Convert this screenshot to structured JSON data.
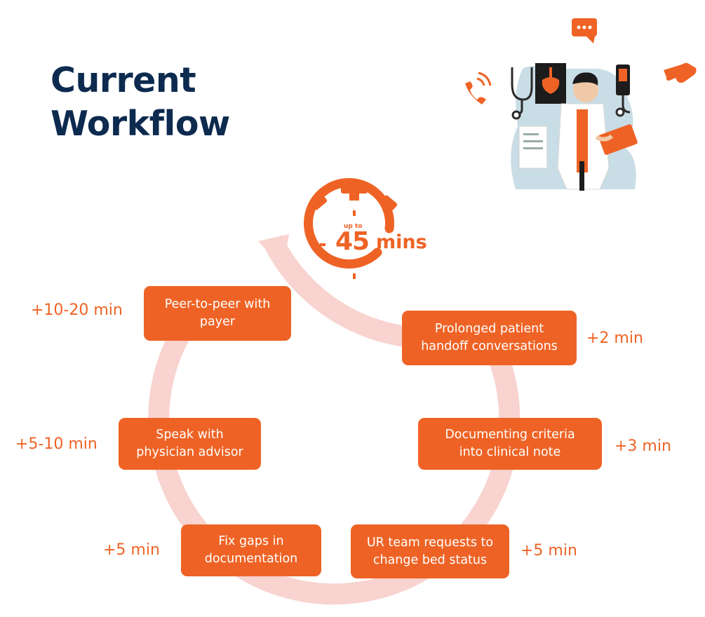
{
  "title": {
    "line1": "Current",
    "line2": "Workflow"
  },
  "timer": {
    "prefix": "up to",
    "value": "45",
    "unit": "mins"
  },
  "steps": [
    {
      "id": "peer",
      "line1": "Peer-to-peer with",
      "line2": "payer",
      "duration": "+10-20 min"
    },
    {
      "id": "handoff",
      "line1": "Prolonged patient",
      "line2": "handoff conversations",
      "duration": "+2 min"
    },
    {
      "id": "advisor",
      "line1": "Speak with",
      "line2": "physician advisor",
      "duration": "+5-10 min"
    },
    {
      "id": "criteria",
      "line1": "Documenting criteria",
      "line2": "into clinical note",
      "duration": "+3 min"
    },
    {
      "id": "gaps",
      "line1": "Fix gaps in",
      "line2": "documentation",
      "duration": "+5 min"
    },
    {
      "id": "bed",
      "line1": "UR team requests to",
      "line2": "change bed status",
      "duration": "+5 min"
    }
  ],
  "colors": {
    "accent": "#ee6325",
    "title": "#0d2a4f",
    "ring": "#f8d3cf",
    "illustration_bg": "#c9dde6"
  },
  "icons": [
    "stopwatch-icon",
    "phone-icon",
    "chat-bubble-icon",
    "pointing-hand-icon",
    "stethoscope-icon",
    "xray-icon",
    "monitor-icon",
    "doctor-icon"
  ]
}
